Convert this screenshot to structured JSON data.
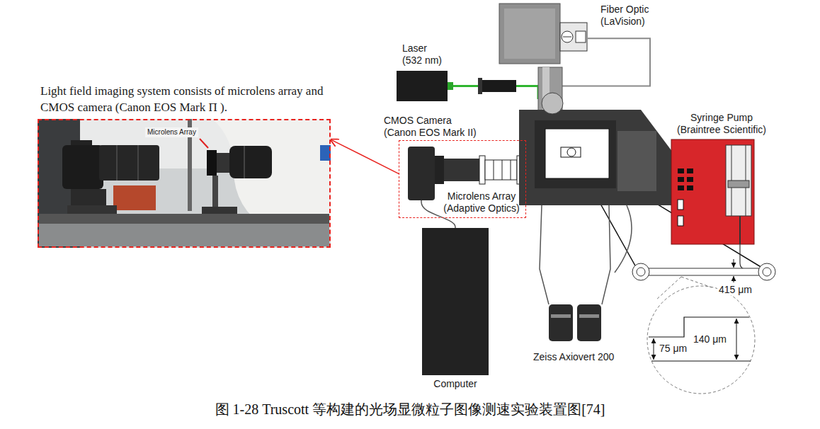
{
  "diagram": {
    "caption": "图 1-28 Truscott 等构建的光场显微粒子图像测速实验装置图[74]",
    "nodes": [
      {
        "text": [
          "Light field imaging system consists of microlens array and CMOS camera (Canon EOS Mark Π ).",
          "Microlens Array"
        ]
      },
      {
        "text": [
          "Laser (532 nm)"
        ]
      },
      {
        "text": [
          "Fiber Optic (LaVision)"
        ]
      },
      {
        "text": [
          "Microlens Array (Adaptive Optics)"
        ]
      },
      {
        "text": [
          "CMOS Camera (Canon EOS Mark II)"
        ],
        "in": 3
      },
      {
        "text": [
          "Zeiss Axiovert 200"
        ]
      },
      {
        "text": [
          "Syringe Pump (Braintree Scientific)"
        ]
      },
      {
        "text": [
          "Computer"
        ]
      }
    ],
    "edges": [
      {
        "from": 3,
        "to": 0,
        "arrow": "to"
      },
      {
        "from": 1,
        "to": 5,
        "arrow": "none"
      },
      {
        "from": 2,
        "to": 5,
        "arrow": "none"
      },
      {
        "from": 4,
        "to": 7,
        "arrow": "none"
      }
    ],
    "labels": [
      "415 μm",
      "140 μm",
      "75 μm"
    ]
  }
}
